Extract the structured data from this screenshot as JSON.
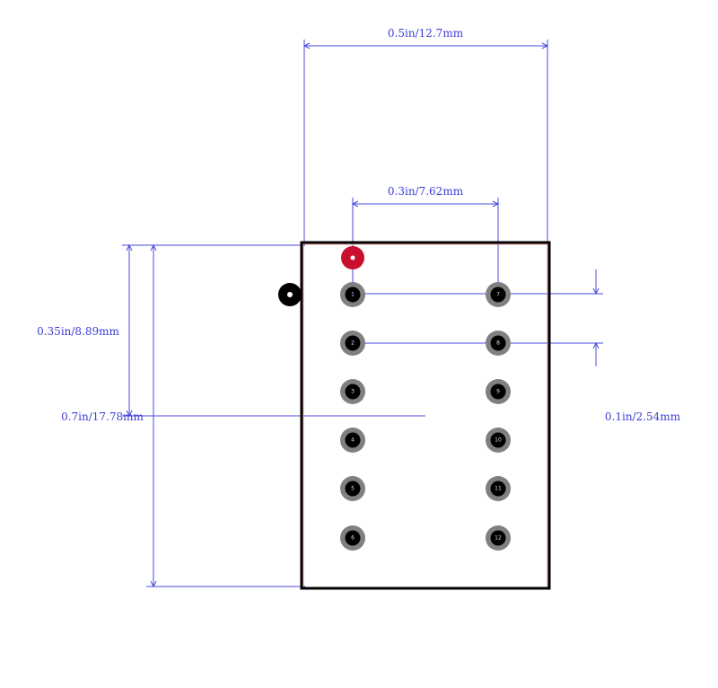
{
  "dimensions": {
    "width_total": "0.5in/12.7mm",
    "row_spacing": "0.3in/7.62mm",
    "height_half": "0.35in/8.89mm",
    "height_total": "0.7in/17.78mm",
    "pitch": "0.1in/2.54mm"
  },
  "colors": {
    "dimension": "#4a4adf",
    "outline": "#000000",
    "pad_ring": "#808080",
    "pad_hole": "#000000",
    "pin1_marker": "#c8102e"
  },
  "pins": {
    "left": [
      "1",
      "2",
      "3",
      "4",
      "5",
      "6"
    ],
    "right": [
      "7",
      "8",
      "9",
      "10",
      "11",
      "12"
    ]
  }
}
